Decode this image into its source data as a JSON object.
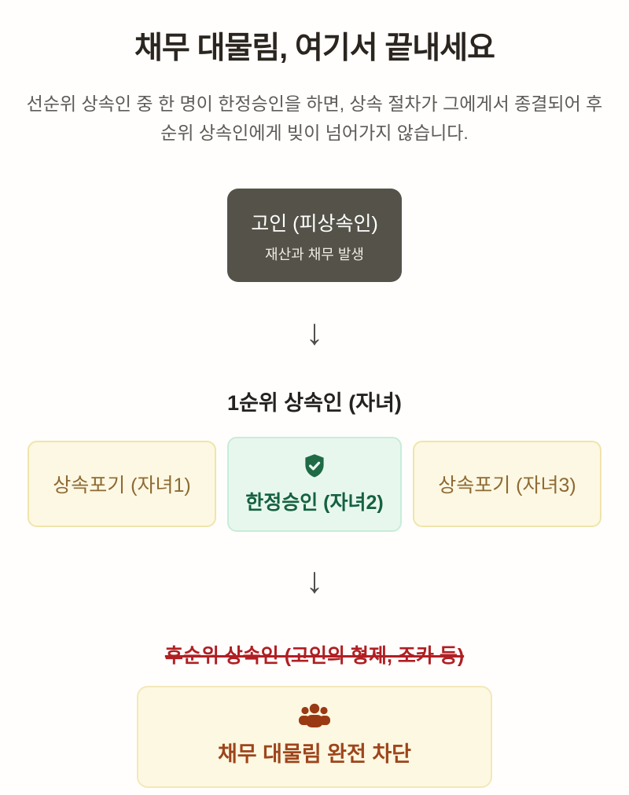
{
  "page": {
    "title": "채무 대물림, 여기서 끝내세요",
    "subtitle": "선순위 상속인 중 한 명이 한정승인을 하면, 상속 절차가 그에게서 종결되어 후순위 상속인에게 빚이 넘어가지 않습니다."
  },
  "diagram": {
    "deceased_box": {
      "title": "고인 (피상속인)",
      "subtitle": "재산과 채무 발생"
    },
    "arrow_glyph": "↓",
    "rank_heading": "1순위 상속인 (자녀)",
    "children": [
      {
        "label": "상속포기 (자녀1)",
        "type": "renounce"
      },
      {
        "label": "한정승인 (자녀2)",
        "type": "limited-acceptance",
        "icon": "shield-check-icon"
      },
      {
        "label": "상속포기 (자녀3)",
        "type": "renounce"
      }
    ],
    "blocked_heirs_label": "후순위 상속인 (고인의 형제, 조카 등)",
    "result_box": {
      "icon": "people-icon",
      "label": "채무 대물림 완전 차단"
    }
  },
  "colors": {
    "background": "#fffefc",
    "title_text": "#2b2520",
    "subtitle_text": "#5d5b58",
    "deceased_box_bg": "#555349",
    "deceased_box_text": "#ffffff",
    "renounce_box_bg": "#fdf8e3",
    "renounce_box_border": "#efe5aa",
    "renounce_box_text": "#8d6a33",
    "accepted_box_bg": "#e8f7ee",
    "accepted_box_border": "#c8ecd9",
    "accepted_box_text": "#156140",
    "shield_icon": "#1e6b46",
    "blocked_text": "#b01f23",
    "result_box_bg": "#fcf8e2",
    "result_box_border": "#f3e8ba",
    "result_icon": "#9a3a13",
    "result_text": "#9e451b",
    "arrow": "#4c4b47"
  }
}
